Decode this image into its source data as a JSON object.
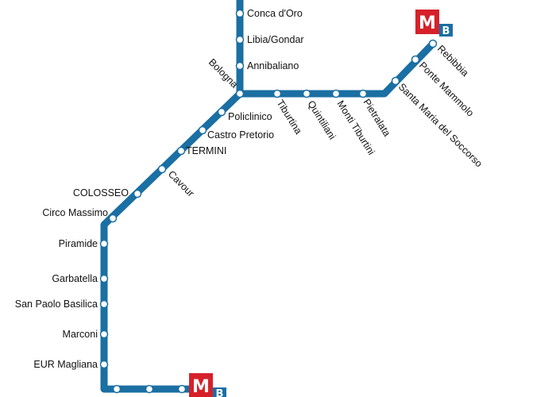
{
  "map": {
    "line_color": "#1a6fa3",
    "logo_red": "#d6212b",
    "logo_blue": "#1a6fa3",
    "logo_letter": "M",
    "line_letter": "B",
    "branch_b1_stations": [
      "Conca d'Oro",
      "Libia/Gondar",
      "Annibaliano"
    ],
    "main_stations": [
      "Bologna",
      "Policlinico",
      "Castro Pretorio",
      "TERMINI",
      "Cavour",
      "COLOSSEO",
      "Circo Massimo",
      "Piramide",
      "Garbatella",
      "San Paolo Basilica",
      "Marconi",
      "EUR Magliana"
    ],
    "rebibbia_stations": [
      "Tiburtina",
      "Quintiliani",
      "Monti Tiburtini",
      "Pietralata",
      "Santa Maria del Soccorso",
      "Ponte Mammolo",
      "Rebibbia"
    ]
  }
}
